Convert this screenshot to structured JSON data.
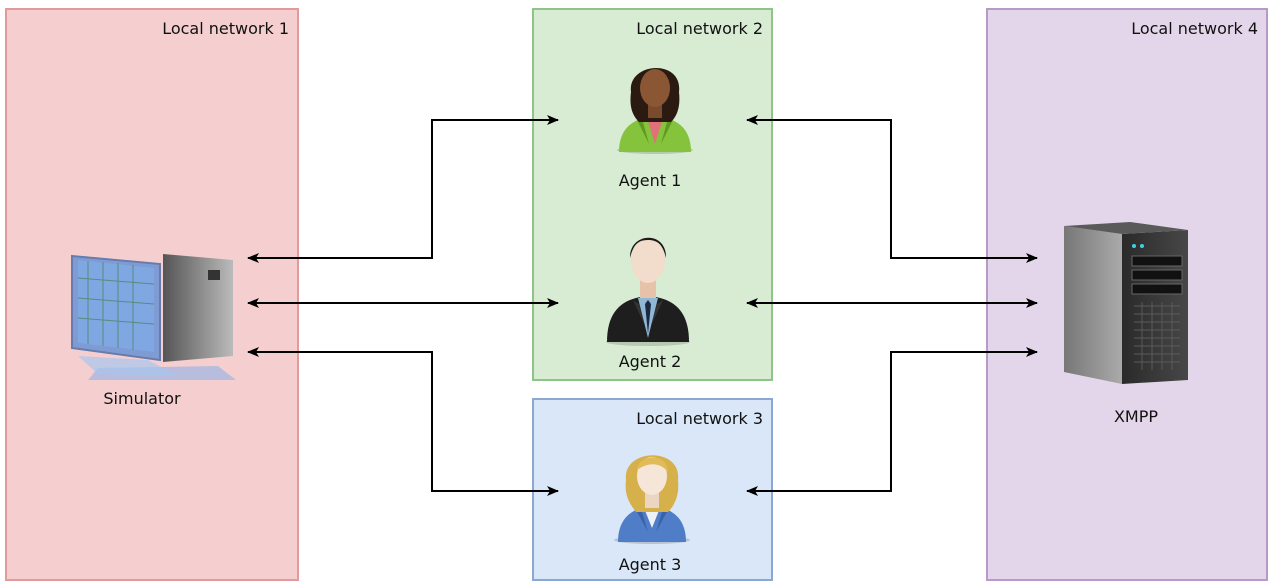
{
  "networks": {
    "net1": "Local network 1",
    "net2": "Local network 2",
    "net3": "Local network 3",
    "net4": "Local network 4"
  },
  "nodes": {
    "simulator": "Simulator",
    "agent1": "Agent 1",
    "agent2": "Agent 2",
    "agent3": "Agent 3",
    "xmpp": "XMPP"
  },
  "colors": {
    "net1_fill": "#f5cfcf",
    "net2_fill": "#d7ecd3",
    "net3_fill": "#d9e7f8",
    "net4_fill": "#e4d6ea",
    "connector": "#000000"
  },
  "icons": {
    "simulator": "desktop-computer-icon",
    "agent1": "businesswoman-icon",
    "agent2": "businessman-icon",
    "agent3": "blonde-woman-icon",
    "xmpp": "tower-server-icon"
  }
}
